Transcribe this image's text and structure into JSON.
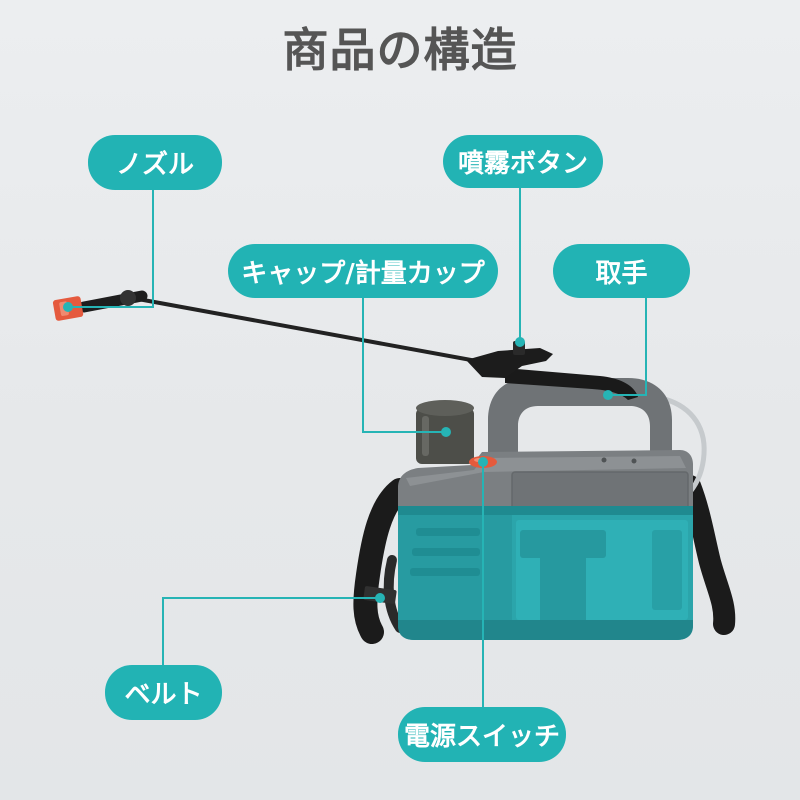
{
  "title": "商品の構造",
  "labels": {
    "nozzle": "ノズル",
    "spray_button": "噴霧ボタン",
    "cap": "キャップ/計量カップ",
    "handle": "取手",
    "belt": "ベルト",
    "power_switch": "電源スイッチ"
  },
  "colors": {
    "accent": "#22b3b4",
    "title": "#555555",
    "background": "#e6e8ea",
    "tank": "#2ba5ab",
    "body_gray": "#7b7f82",
    "nozzle_tip": "#e55a3e",
    "power_switch": "#e55a3c"
  }
}
